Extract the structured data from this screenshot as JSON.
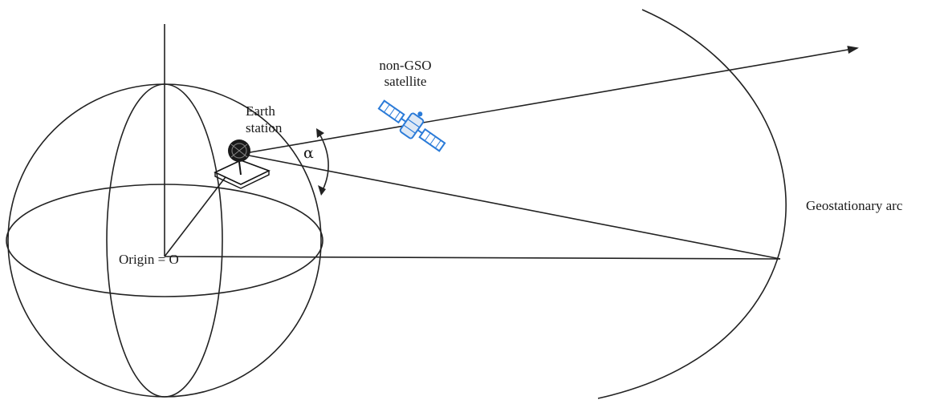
{
  "labels": {
    "satellite_line1": "non-GSO",
    "satellite_line2": "satellite",
    "earth_station_line1": "Earth",
    "earth_station_line2": "station",
    "angle": "α",
    "origin": "Origin = O",
    "arc": "Geostationary arc"
  },
  "colors": {
    "line": "#222222",
    "satellite": "#2b7bd8",
    "earth_station": "#111111"
  },
  "icons": {
    "satellite": "satellite-icon",
    "earth_station": "satellite-dish-icon"
  }
}
